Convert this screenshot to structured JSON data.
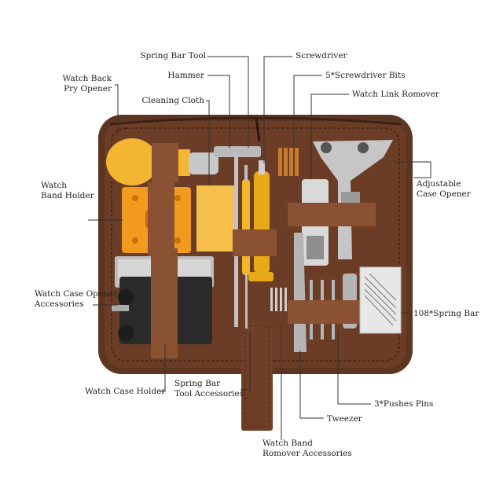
{
  "labels": {
    "spring_bar_tool": "Spring Bar Tool",
    "screwdriver": "Screwdriver",
    "watch_back_pry_opener_1": "Watch Back",
    "watch_back_pry_opener_2": "Pry Opener",
    "hammer": "Hammer",
    "screwdriver_bits": "5*Screwdriver Bits",
    "cleaning_cloth": "Cleaning Cloth",
    "watch_link_remover": "Watch Link Romover",
    "watch_band_holder_1": "Watch",
    "watch_band_holder_2": "Band Holder",
    "adjustable_case_opener_1": "Adjustable",
    "adjustable_case_opener_2": "Case Opener",
    "case_opener_accessories_1": "Watch Case Opener",
    "case_opener_accessories_2": "Accessories",
    "spring_bar": "108*Spring Bar",
    "watch_case_holder": "Watch Case Holder",
    "spring_bar_tool_accessories_1": "Spring Bar",
    "spring_bar_tool_accessories_2": "Tool Accessories",
    "pushes_pins": "3*Pushes Pins",
    "tweezer": "Tweezer",
    "band_remover_accessories_1": "Watch Band",
    "band_remover_accessories_2": "Romover Accessories"
  },
  "colors": {
    "case_brown": "#5e3521",
    "strap_brown": "#8a5232",
    "accent_yellow": "#f2b630",
    "accent_orange": "#f29a1e",
    "metal": "#b9b9b9",
    "leader_line": "#333333"
  }
}
